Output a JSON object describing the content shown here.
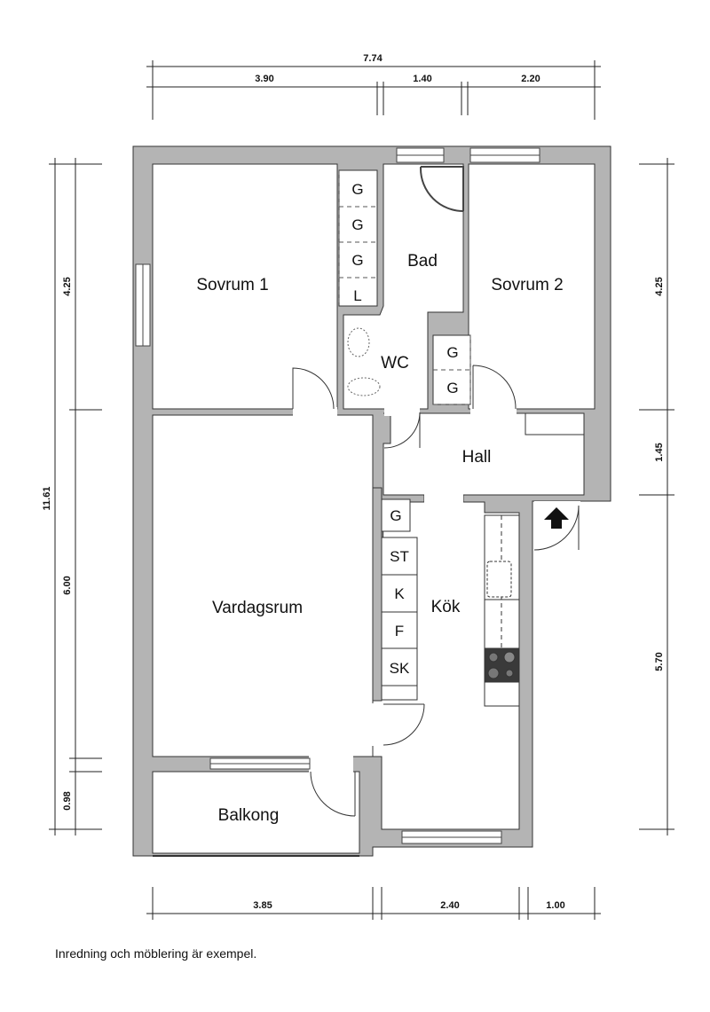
{
  "rooms": {
    "sovrum1": "Sovrum 1",
    "bad": "Bad",
    "sovrum2": "Sovrum 2",
    "wc": "WC",
    "hall": "Hall",
    "vardagsrum": "Vardagsrum",
    "kok": "Kök",
    "balkong": "Balkong"
  },
  "cabinets": {
    "sovrum1_closets": [
      "G",
      "G",
      "G",
      "L"
    ],
    "sovrum2_closets": [
      "G",
      "G"
    ],
    "kitchen": [
      "G",
      "ST",
      "K",
      "F",
      "SK"
    ]
  },
  "dimensions": {
    "top_total": "7.74",
    "top": [
      "3.90",
      "1.40",
      "2.20"
    ],
    "left_total": "11.61",
    "left": [
      "4.25",
      "6.00",
      "0.98"
    ],
    "right": [
      "4.25",
      "1.45",
      "5.70"
    ],
    "bottom": [
      "3.85",
      "2.40",
      "1.00"
    ]
  },
  "footer_note": "Inredning och möblering är exempel.",
  "colors": {
    "wall": "#b4b4b4",
    "outline": "#333333",
    "stove": "#3a3a3a"
  }
}
